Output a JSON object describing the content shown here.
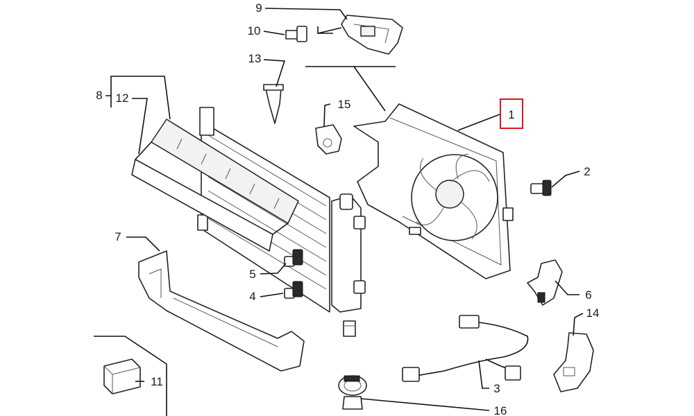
{
  "diagram": {
    "highlight_color": "#d9161f",
    "callouts": [
      {
        "id": "c1",
        "label": "1",
        "part": "radiator-fan-shroud-assembly",
        "highlighted": true
      },
      {
        "id": "c2",
        "label": "2",
        "part": "shroud-bolt"
      },
      {
        "id": "c3",
        "label": "3",
        "part": "fan-wiring-harness"
      },
      {
        "id": "c4",
        "label": "4",
        "part": "lower-bolt"
      },
      {
        "id": "c5",
        "label": "5",
        "part": "upper-bolt"
      },
      {
        "id": "c6",
        "label": "6",
        "part": "mounting-bracket"
      },
      {
        "id": "c7",
        "label": "7",
        "part": "lower-support-bracket"
      },
      {
        "id": "c8",
        "label": "8",
        "part": "air-deflector-assembly"
      },
      {
        "id": "c9",
        "label": "9",
        "part": "fan-resistor"
      },
      {
        "id": "c10",
        "label": "10",
        "part": "resistor-screw"
      },
      {
        "id": "c11",
        "label": "11",
        "part": "relay"
      },
      {
        "id": "c12",
        "label": "12",
        "part": "air-deflector"
      },
      {
        "id": "c13",
        "label": "13",
        "part": "plastic-push-clip"
      },
      {
        "id": "c14",
        "label": "14",
        "part": "harness-bracket"
      },
      {
        "id": "c15",
        "label": "15",
        "part": "spring-nut-clip"
      },
      {
        "id": "c16",
        "label": "16",
        "part": "hose-clamp"
      }
    ]
  }
}
